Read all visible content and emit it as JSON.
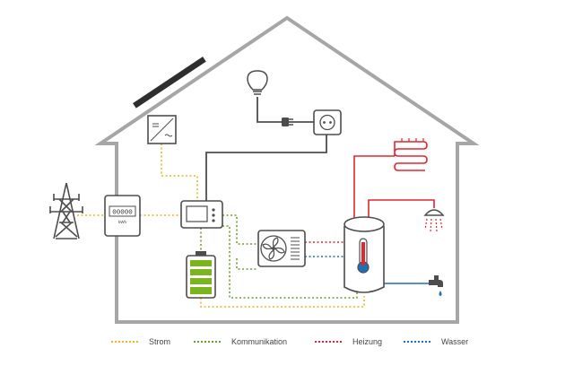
{
  "meter": {
    "display": "00000",
    "unit": "kWh"
  },
  "colors": {
    "house": "#a6a6a6",
    "device": "#4d4d4d",
    "strom": "#f0b323",
    "kommunikation": "#6aa329",
    "heizung": "#e3262d",
    "wasser": "#1f6fb5",
    "battery": "#7ab51d"
  },
  "icons": [
    "power-pylon-icon",
    "solar-panel-icon",
    "inverter-icon",
    "electricity-meter-icon",
    "energy-manager-icon",
    "battery-icon",
    "heat-pump-icon",
    "hot-water-tank-icon",
    "thermometer-icon",
    "radiator-icon",
    "shower-icon",
    "water-tap-icon",
    "light-bulb-icon",
    "plug-icon",
    "wall-socket-icon"
  ],
  "legend": [
    {
      "label": "Strom",
      "color": "#f0b323"
    },
    {
      "label": "Kommunikation",
      "color": "#6aa329"
    },
    {
      "label": "Heizung",
      "color": "#e3262d"
    },
    {
      "label": "Wasser",
      "color": "#1f6fb5"
    }
  ]
}
